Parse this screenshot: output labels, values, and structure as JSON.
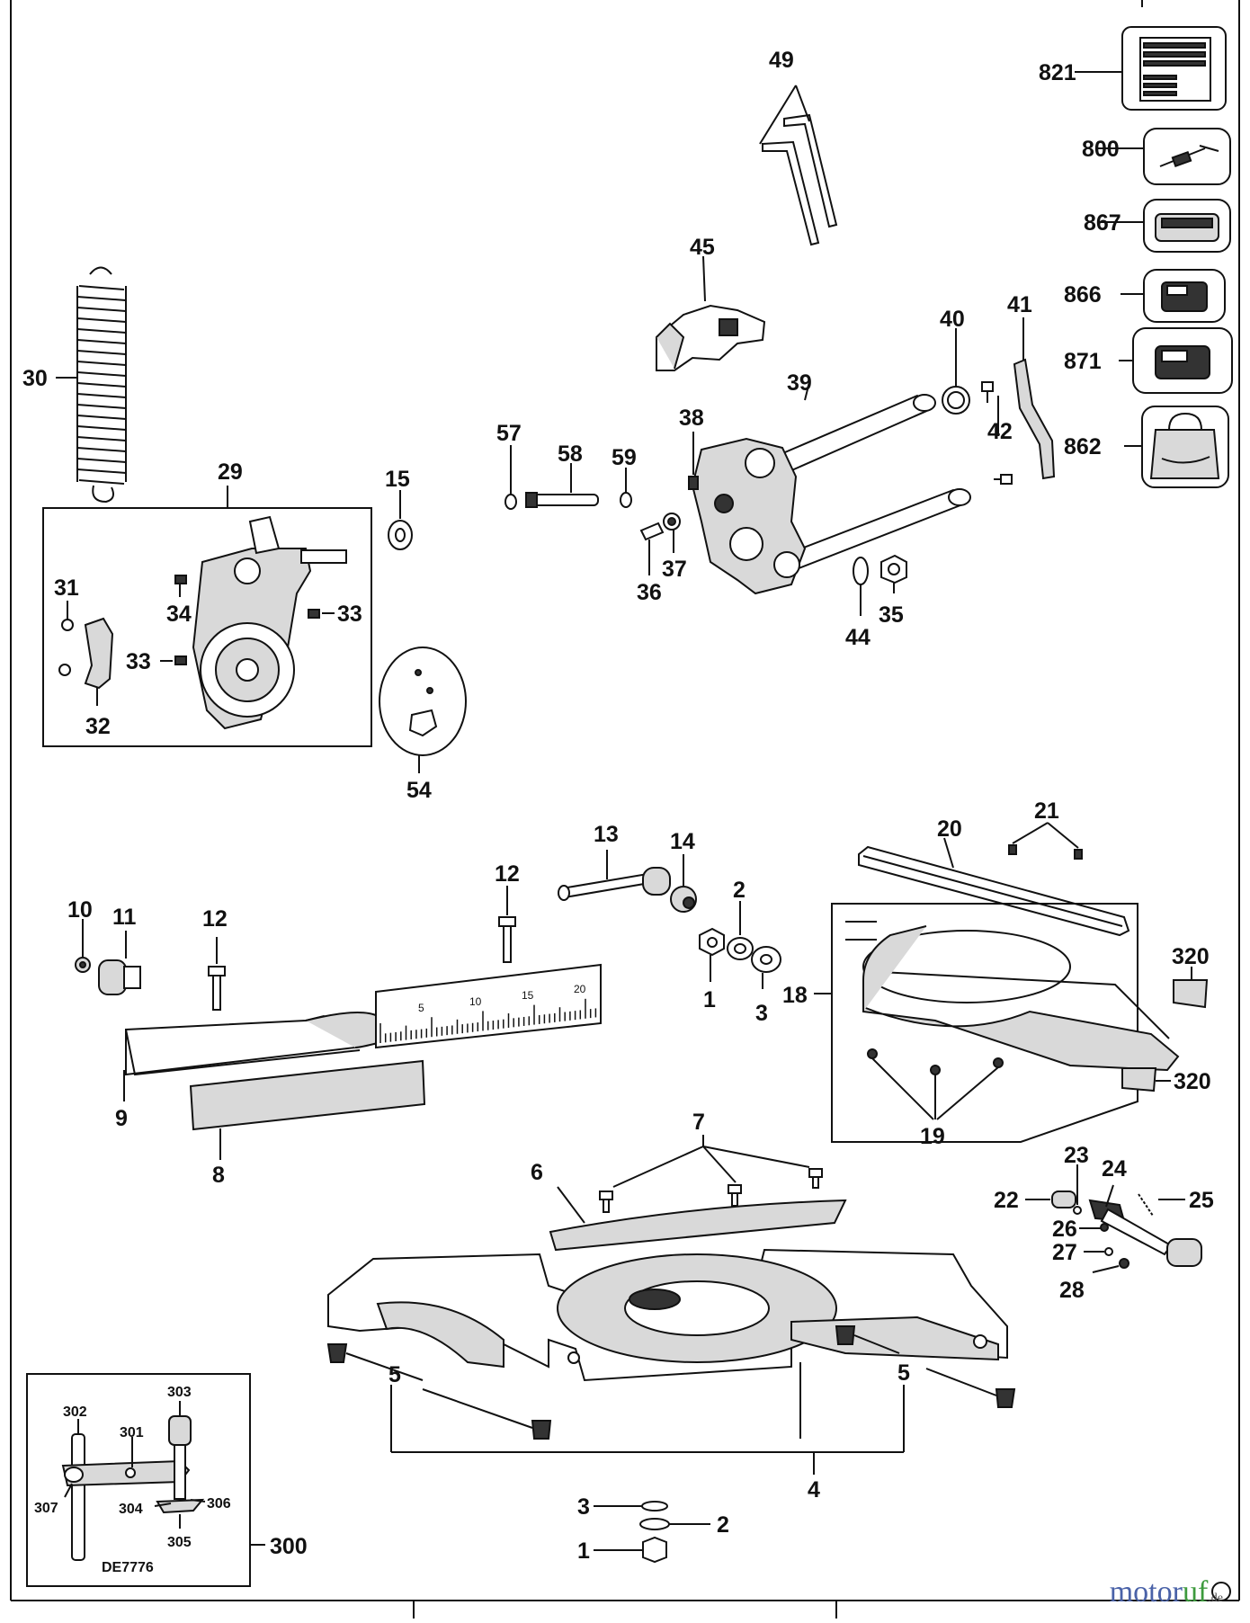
{
  "labels": {
    "l821": "821",
    "l800": "800",
    "l867": "867",
    "l866": "866",
    "l871": "871",
    "l862": "862",
    "l49": "49",
    "l45": "45",
    "l40": "40",
    "l41": "41",
    "l39": "39",
    "l42": "42",
    "l30": "30",
    "l29": "29",
    "l31": "31",
    "l34": "34",
    "l33a": "33",
    "l33b": "33",
    "l32": "32",
    "l15": "15",
    "l54": "54",
    "l57": "57",
    "l58": "58",
    "l59": "59",
    "l38": "38",
    "l36": "36",
    "l37": "37",
    "l44": "44",
    "l35": "35",
    "l13": "13",
    "l14": "14",
    "l12a": "12",
    "l12b": "12",
    "l2a": "2",
    "l1a": "1",
    "l3a": "3",
    "l10": "10",
    "l11": "11",
    "l9": "9",
    "l8": "8",
    "l20": "20",
    "l21": "21",
    "l18": "18",
    "l19": "19",
    "l320a": "320",
    "l320b": "320",
    "l7": "7",
    "l6": "6",
    "l23": "23",
    "l24": "24",
    "l22": "22",
    "l25": "25",
    "l26": "26",
    "l27": "27",
    "l28": "28",
    "l5a": "5",
    "l5b": "5",
    "l4": "4",
    "l3b": "3",
    "l2b": "2",
    "l1b": "1",
    "l300": "300",
    "l302": "302",
    "l303": "303",
    "l301": "301",
    "l307": "307",
    "l304": "304",
    "l306": "306",
    "l305": "305",
    "model": "DE7776"
  },
  "scale": {
    "s5": "5",
    "s10": "10",
    "s15": "15",
    "s20": "20"
  },
  "watermark": {
    "brand_a": "motor",
    "brand_b": "uf",
    "suffix": ".de"
  },
  "colors": {
    "line": "#111111",
    "shade": "#d9d9d9",
    "brand_blue": "#4a62a8",
    "brand_green": "#3d9a3d"
  }
}
